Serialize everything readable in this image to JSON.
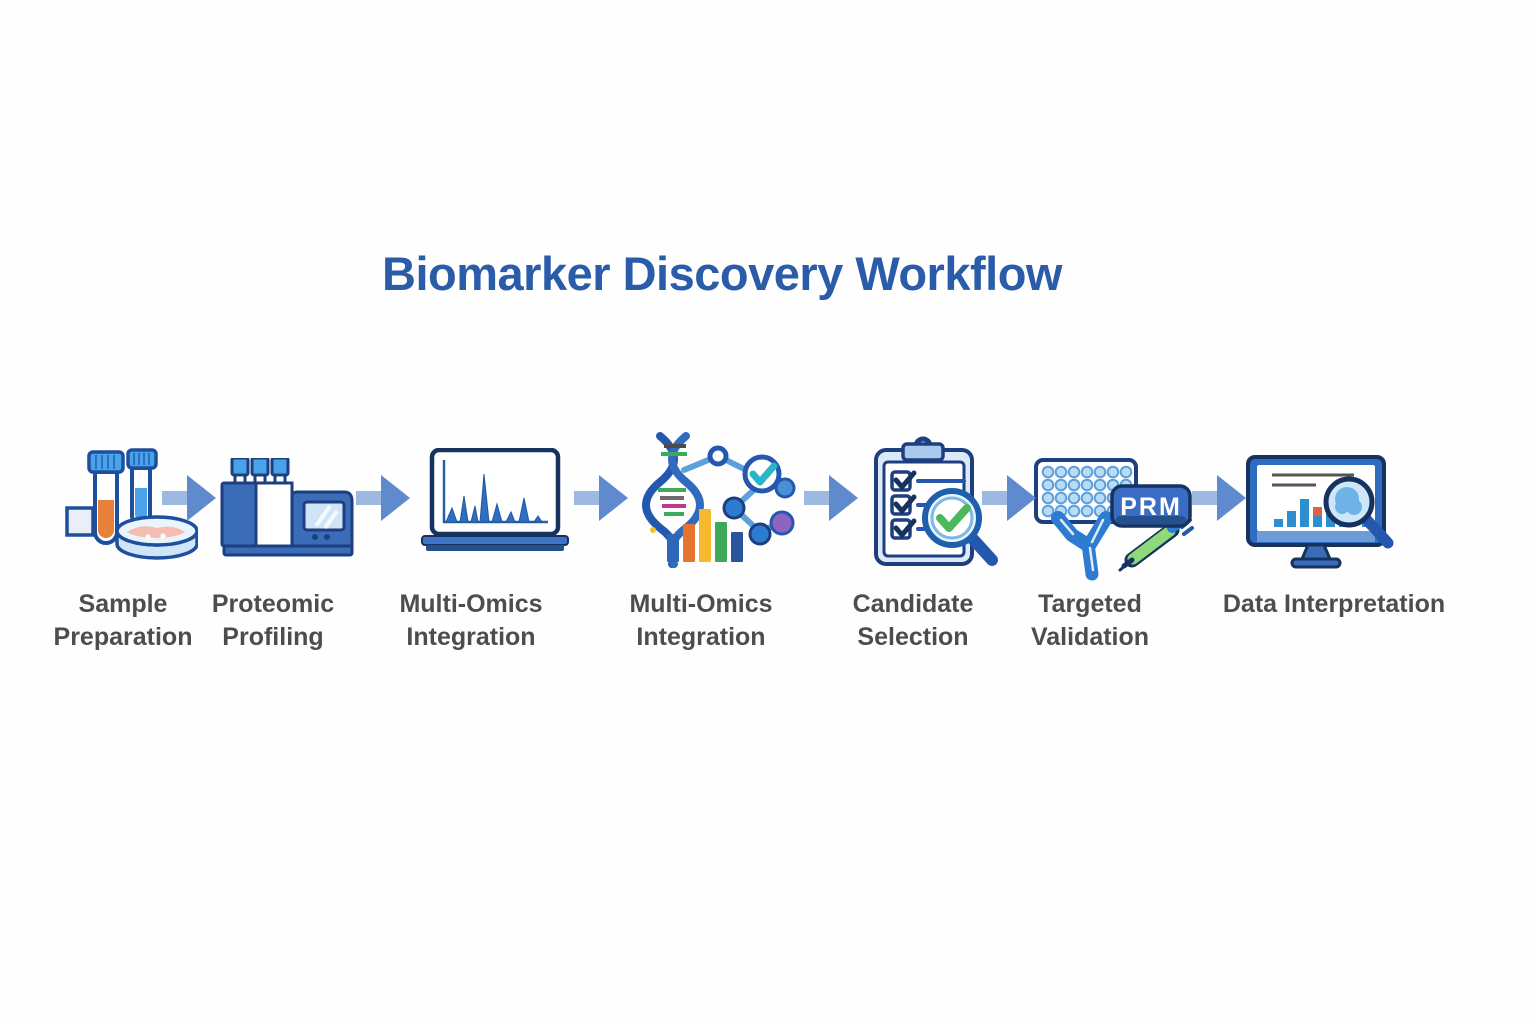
{
  "title": "Biomarker Discovery Workflow",
  "steps": [
    {
      "label": "Sample Preparation",
      "lines": [
        "Sample",
        "Preparation"
      ],
      "icon": "test-tubes-and-petri-dish"
    },
    {
      "label": "Proteomic Profiling",
      "lines": [
        "Proteomic",
        "Profiling"
      ],
      "icon": "mass-spectrometer"
    },
    {
      "label": "Multi-Omics Integration",
      "lines": [
        "Multi-Omics",
        "Integration"
      ],
      "icon": "laptop-mass-spectrum"
    },
    {
      "label": "Multi-Omics Integration",
      "lines": [
        "Multi-Omics",
        "Integration"
      ],
      "icon": "dna-network-bar-chart"
    },
    {
      "label": "Candidate Selection",
      "lines": [
        "Candidate",
        "Selection"
      ],
      "icon": "checklist-magnifier"
    },
    {
      "label": "Targeted Validation",
      "lines": [
        "Targeted",
        "Validation"
      ],
      "icon": "microplate-antibody-pipette",
      "badge": "PRM"
    },
    {
      "label": "Data Interpretation",
      "lines": [
        "Data Interpretation"
      ],
      "icon": "monitor-chart-magnifier"
    }
  ],
  "colors": {
    "title_blue": "#2b5ca9",
    "label_gray": "#4d4d4d",
    "outline_navy": "#1e3f7f",
    "instrument_blue": "#3b6cb8",
    "cap_blue": "#4aa3e8",
    "arrow_head": "#5f8bce",
    "arrow_tail": "#9db9e2",
    "orange": "#e8732e",
    "yellow": "#f5b82e",
    "green": "#3ea958",
    "teal_check": "#29b5c8",
    "green_check": "#4cb85c",
    "purple_node": "#8d65c0",
    "pink_sample": "#f5bcb1",
    "pipette_green": "#90d878"
  }
}
